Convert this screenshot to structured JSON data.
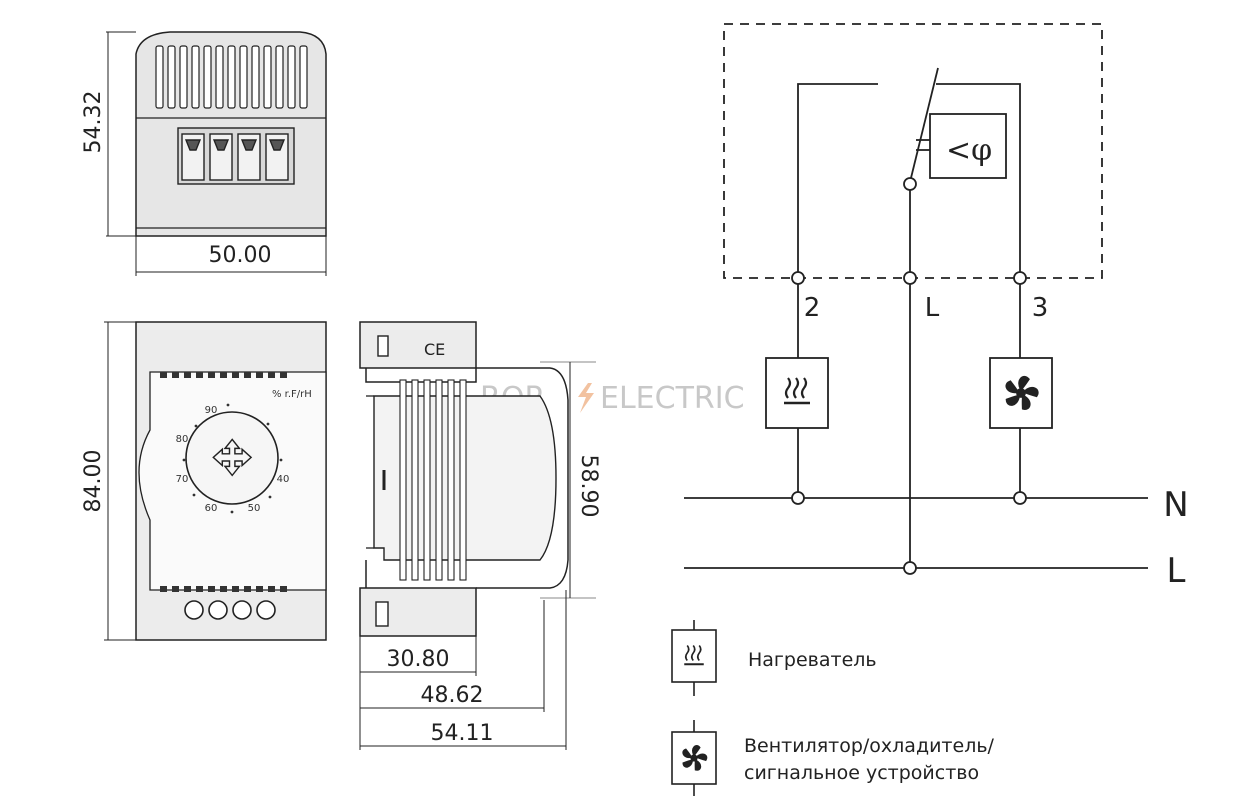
{
  "dimensions": {
    "top_height": "54.32",
    "top_width": "50.00",
    "front_height": "84.00",
    "side_height": "58.90",
    "depth_1": "30.80",
    "depth_2": "48.62",
    "depth_3": "54.11"
  },
  "front_panel": {
    "unit_label": "% r.F/rH",
    "scale_marks": [
      "90",
      "80",
      "70",
      "60",
      "50",
      "40"
    ]
  },
  "side_view": {
    "mark": "CE"
  },
  "watermark": {
    "left": "ROP",
    "right": "ELECTRIC"
  },
  "schematic": {
    "terminals": [
      "2",
      "L",
      "3"
    ],
    "bus_labels": [
      "N",
      "L"
    ],
    "hygrostat_symbol": "<φ"
  },
  "legend": {
    "heater": "Нагреватель",
    "fan_line1": "Вентилятор/охладитель/",
    "fan_line2": "сигнальное устройство"
  }
}
